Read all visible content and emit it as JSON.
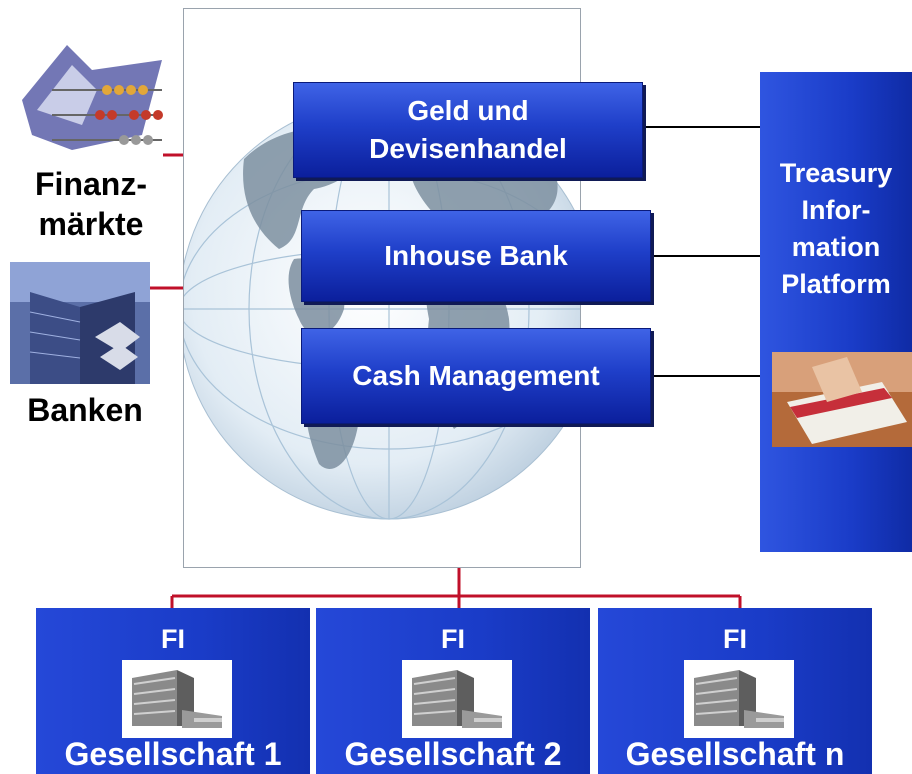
{
  "modules": {
    "geld": "Geld  und\nDevisenhandel",
    "inhouse": "Inhouse Bank",
    "cash": "Cash Management"
  },
  "treasury": "Treasury\nInfor-\nmation\nPlatform",
  "left": {
    "finanz": "Finanz-\nmärkte",
    "banken": "Banken"
  },
  "companies": [
    {
      "fi": "FI",
      "name": "Gesellschaft 1"
    },
    {
      "fi": "FI",
      "name": "Gesellschaft 2"
    },
    {
      "fi": "FI",
      "name": "Gesellschaft n"
    }
  ],
  "colors": {
    "module_blue": "#1f3fc9",
    "connector_red": "#c0102a",
    "connector_black": "#000000"
  },
  "icons": [
    "abacus-icon",
    "bank-building-icon",
    "credit-cards-icon",
    "office-building-icon",
    "globe-icon"
  ]
}
